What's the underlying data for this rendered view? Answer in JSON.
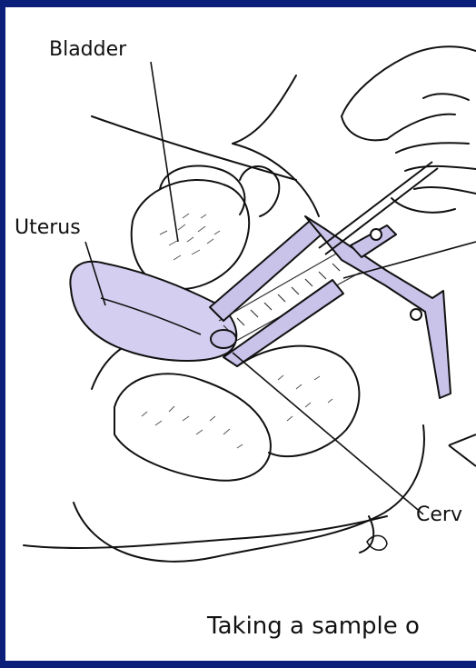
{
  "labels": {
    "bladder": "Bladder",
    "uterus": "Uterus",
    "cervix": "Cerv"
  },
  "caption": "Taking a sample o",
  "colors": {
    "frame": "#0b1f7a",
    "background": "#ffffff",
    "speculum_fill": "#c9c3ea",
    "uterus_fill": "#d4cff0",
    "line": "#111111"
  }
}
